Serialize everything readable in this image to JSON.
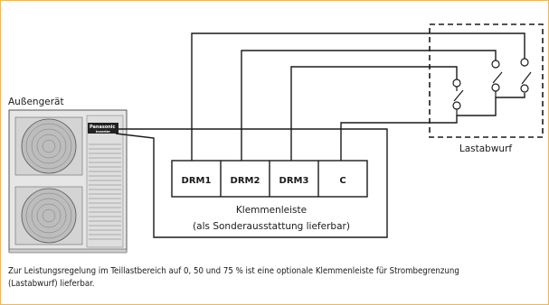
{
  "outdoor_unit": {
    "label": "Außengerät",
    "brand": "Panasonic",
    "sublabel": "Inverter"
  },
  "terminal_block": {
    "terminals": [
      "DRM1",
      "DRM2",
      "DRM3",
      "C"
    ],
    "label_line1": "Klemmenleiste",
    "label_line2": "(als Sonderausstattung lieferbar)"
  },
  "load_shedding": {
    "label": "Lastabwurf"
  },
  "caption": {
    "line1": "Zur Leistungsregelung im Teillastbereich auf 0, 50 und 75 % ist eine optionale Klemmenleiste für Strombegrenzung",
    "line2": "(Lastabwurf) lieferbar."
  },
  "colors": {
    "frame_border": "#e9b860",
    "line": "#1a1a1a",
    "unit_body": "#e6e6e6"
  }
}
